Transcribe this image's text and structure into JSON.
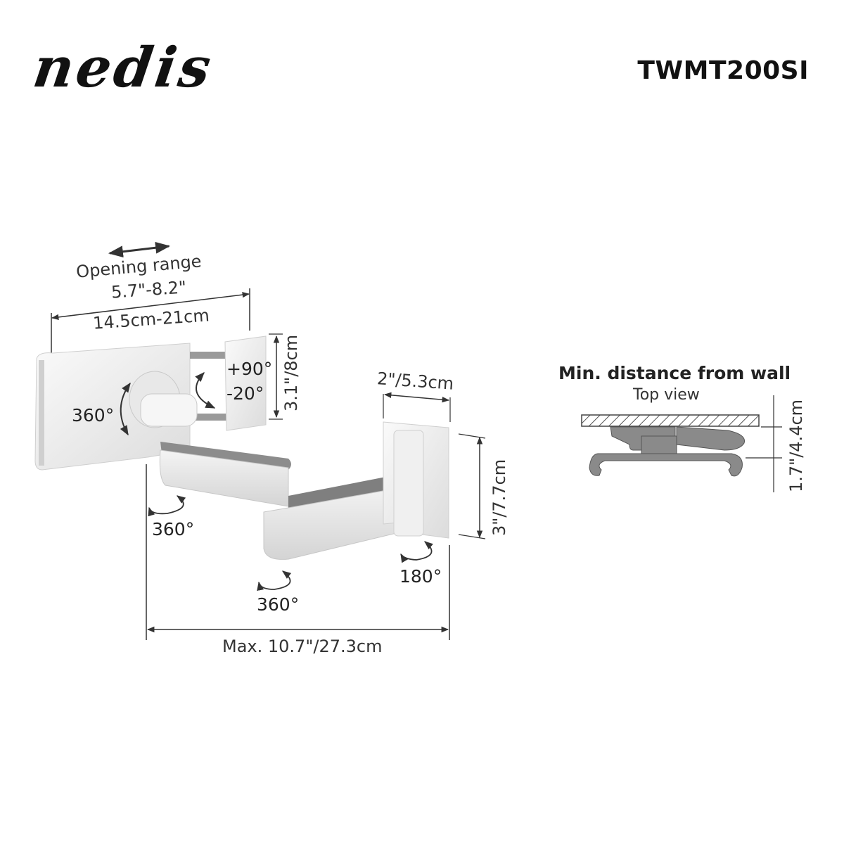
{
  "header": {
    "brand_logo": "nedis",
    "model_code": "TWMT200SI"
  },
  "main_diagram": {
    "opening_range_label": "Opening range",
    "opening_range_inch": "5.7\"-8.2\"",
    "opening_range_cm": "14.5cm-21cm",
    "holder_height": "3.1\"/8cm",
    "tilt_up": "+90°",
    "tilt_down": "-20°",
    "holder_rotation": "360°",
    "wall_plate_width": "2\"/5.3cm",
    "wall_plate_height": "3\"/7.7cm",
    "joint1_rotation": "360°",
    "joint2_rotation": "360°",
    "wall_joint_rotation": "180°",
    "max_extension": "Max. 10.7\"/27.3cm"
  },
  "side_diagram": {
    "title": "Min. distance from wall",
    "subtitle": "Top view",
    "min_distance": "1.7\"/4.4cm"
  },
  "colors": {
    "line": "#333333",
    "body_light": "#f1f1f1",
    "body_shade": "#d9d9d9",
    "arm_dark": "#8c8c8c",
    "topview_fill": "#8a8a8a"
  }
}
